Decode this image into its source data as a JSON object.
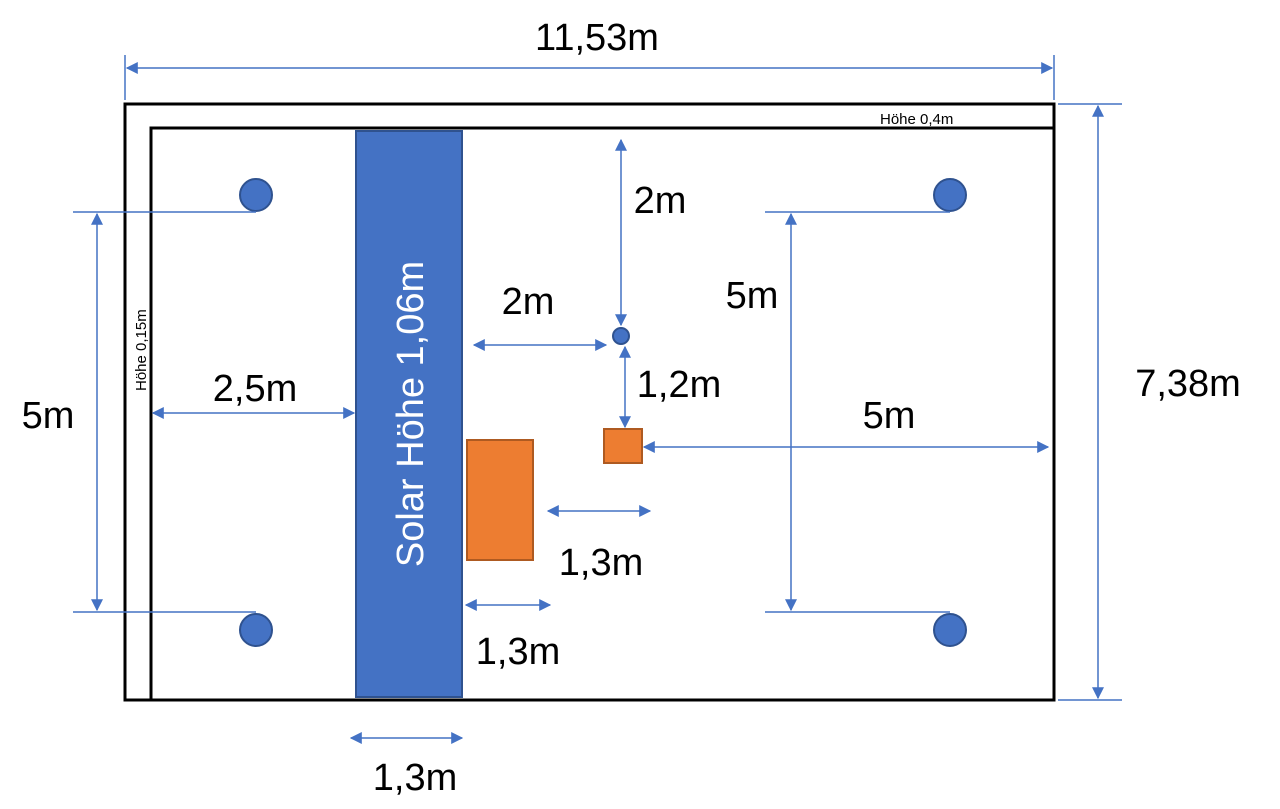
{
  "labels": {
    "width_total": "11,53m",
    "height_total": "7,38m",
    "wall_height_top": "Höhe 0,4m",
    "wall_height_left": "Höhe 0,15m",
    "solar": "Solar Höhe 1,06m",
    "left_posts_spacing": "5m",
    "right_posts_spacing": "5m",
    "left_gap": "2,5m",
    "top_gap": "2m",
    "mid_gap": "2m",
    "small_post_gap": "1,2m",
    "right_gap": "5m",
    "box_gap": "1,3m",
    "box_width": "1,3m",
    "solar_width": "1,3m"
  },
  "colors": {
    "blue": "#4472C4",
    "blue_dark": "#2F528F",
    "orange": "#ED7D31",
    "orange_dark": "#AE5A21",
    "outline": "#000000"
  }
}
